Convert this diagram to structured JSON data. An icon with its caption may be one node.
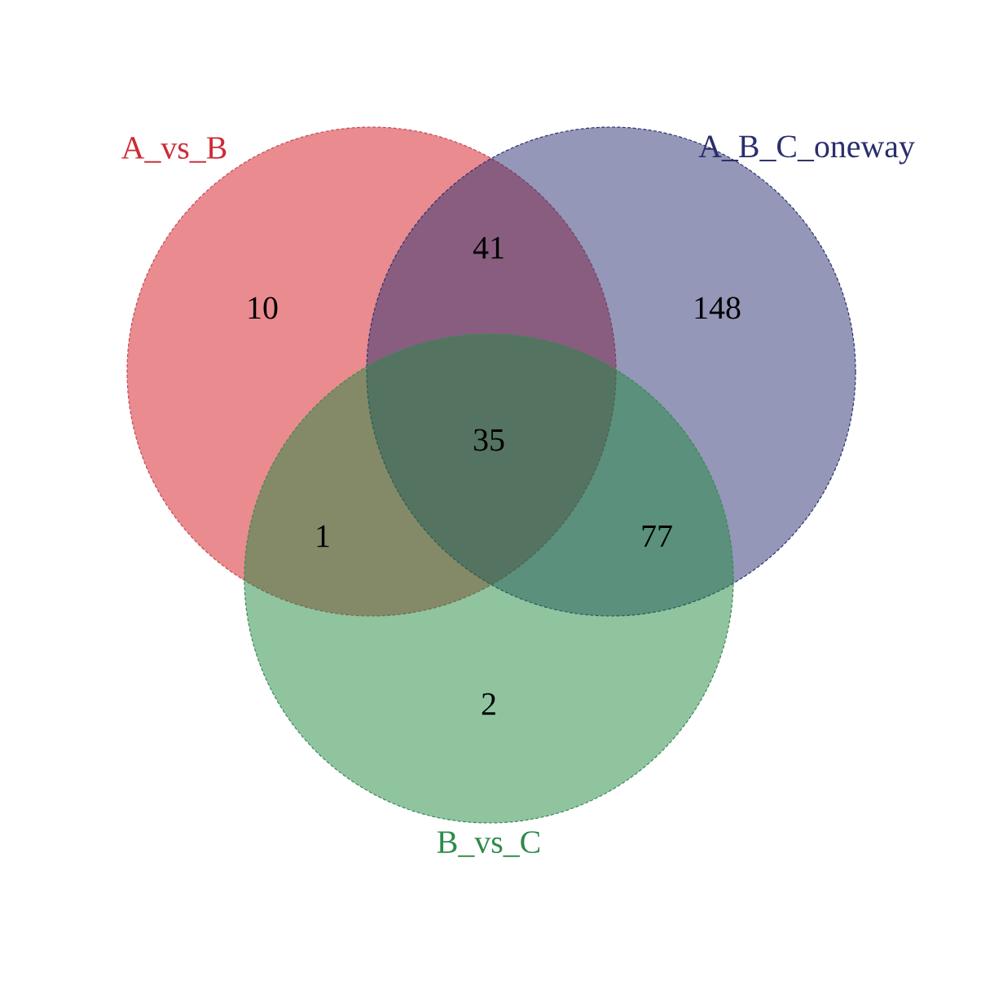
{
  "diagram": {
    "nodes": [
      {
        "text": [
          "A_vs_B"
        ]
      },
      {
        "text": [
          "A_B_C_oneway"
        ]
      },
      {
        "text": [
          "B_vs_C"
        ]
      }
    ],
    "labels": [
      "41",
      "10",
      "148",
      "35",
      "1",
      "77",
      "2"
    ]
  }
}
